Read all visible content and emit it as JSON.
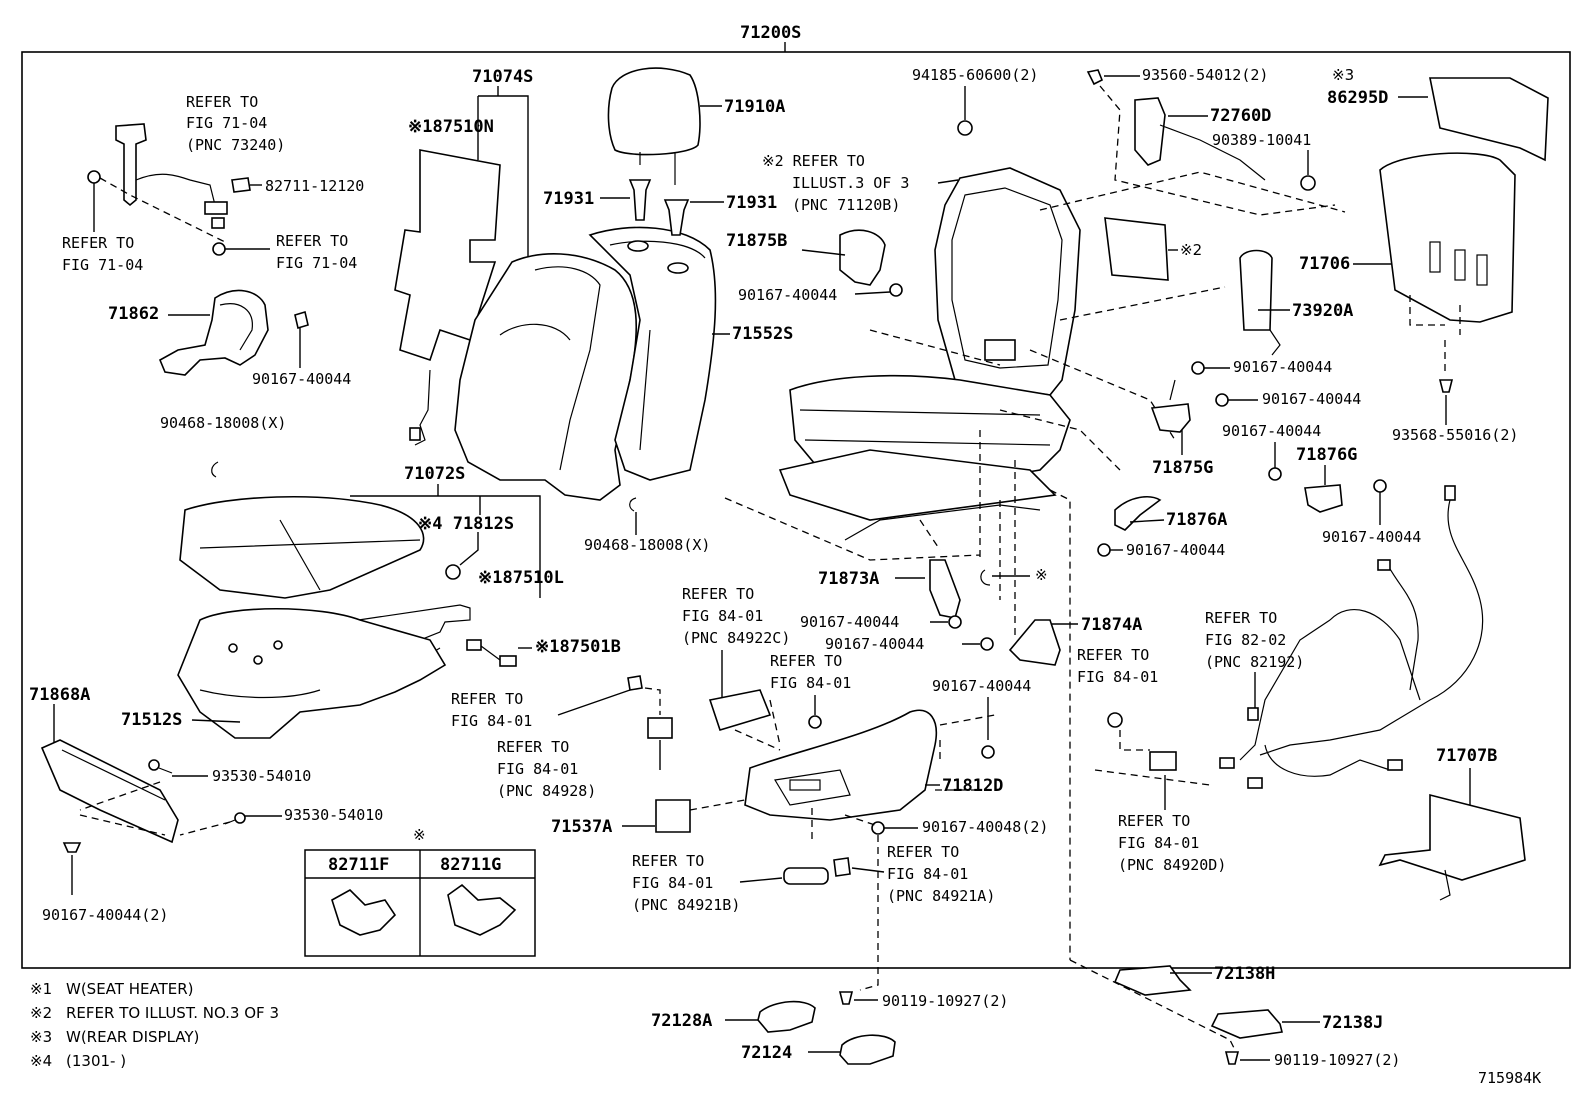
{
  "assembly_label": "71200S",
  "drawing_number": "715984K",
  "labels": {
    "p71074S": "71074S",
    "p87510N": "※187510N",
    "p71910A": "71910A",
    "p71931a": "71931",
    "p71931b": "71931",
    "p71552S": "71552S",
    "p71875B": "71875B",
    "p90167_1": "90167-40044",
    "p71862": "71862",
    "p90167_2": "90167-40044",
    "p82711_12120": "82711-12120",
    "p90468_a": "90468-18008(X)",
    "p90468_b": "90468-18008(X)",
    "p71072S": "71072S",
    "p71812S": "※4 71812S",
    "p87510L": "※187510L",
    "p87501B": "※187501B",
    "p71868A": "71868A",
    "p71512S": "71512S",
    "p93530_a": "93530-54010",
    "p93530_b": "93530-54010",
    "p90167_2x": "90167-40044(2)",
    "p94185": "94185-60600(2)",
    "p93560": "93560-54012(2)",
    "p72760D": "72760D",
    "p90389": "90389-10041",
    "p86295D": "86295D",
    "p86295D_mark": "※3",
    "p_mark2": "※2",
    "p71706": "71706",
    "p73920A": "73920A",
    "p90167_3": "90167-40044",
    "p90167_4": "90167-40044",
    "p93568": "93568-55016(2)",
    "p90167_5": "90167-40044",
    "p71875G": "71875G",
    "p71876G": "71876G",
    "p71876A": "71876A",
    "p90167_6": "90167-40044",
    "p90167_7": "90167-40044",
    "p71873A": "71873A",
    "p_mark_x": "※",
    "p90167_8": "90167-40044",
    "p90167_9": "90167-40044",
    "p71874A": "71874A",
    "p90167_10": "90167-40044",
    "p71812D": "71812D",
    "p90167_40048": "90167-40048(2)",
    "p71537A": "71537A",
    "p71707B": "71707B",
    "p72138H": "72138H",
    "p72138J": "72138J",
    "p72128A": "72128A",
    "p72124": "72124",
    "p90119_a": "90119-10927(2)",
    "p90119_b": "90119-10927(2)"
  },
  "references": {
    "r1": [
      "REFER TO",
      "FIG 71-04",
      "(PNC 73240)"
    ],
    "r2": [
      "REFER TO",
      "FIG 71-04"
    ],
    "r3": [
      "REFER TO",
      "FIG 71-04"
    ],
    "r4": [
      "※2 REFER TO",
      "ILLUST.3 OF 3",
      "(PNC 71120B)"
    ],
    "r5": [
      "REFER TO",
      "FIG 84-01",
      "(PNC 84922C)"
    ],
    "r6": [
      "REFER TO",
      "FIG 84-01"
    ],
    "r7": [
      "REFER TO",
      "FIG 84-01"
    ],
    "r8": [
      "REFER TO",
      "FIG 84-01",
      "(PNC 84928)"
    ],
    "r9": [
      "REFER TO",
      "FIG 84-01"
    ],
    "r10": [
      "REFER TO",
      "FIG 82-02",
      "(PNC 82192)"
    ],
    "r11": [
      "REFER TO",
      "FIG 84-01",
      "(PNC 84920D)"
    ],
    "r12": [
      "REFER TO",
      "FIG 84-01",
      "(PNC 84921B)"
    ],
    "r13": [
      "REFER TO",
      "FIG 84-01",
      "(PNC 84921A)"
    ]
  },
  "clip_table": {
    "mark": "※",
    "col1": "82711F",
    "col2": "82711G"
  },
  "legend": [
    {
      "mark": "※1",
      "text": "W(SEAT HEATER)"
    },
    {
      "mark": "※2",
      "text": "REFER TO ILLUST. NO.3 OF 3"
    },
    {
      "mark": "※3",
      "text": "W(REAR DISPLAY)"
    },
    {
      "mark": "※4",
      "text": "(1301-        )"
    }
  ]
}
